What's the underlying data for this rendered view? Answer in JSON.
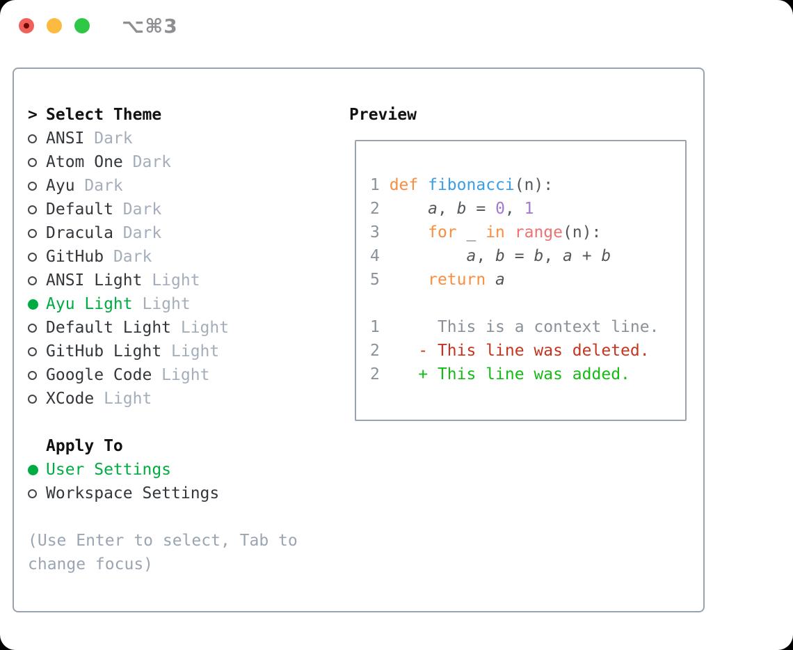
{
  "window": {
    "title": "⌥⌘3"
  },
  "theme_selector": {
    "cursor": ">",
    "header": "Select Theme",
    "themes": [
      {
        "name": "ANSI",
        "variant": "Dark",
        "selected": false
      },
      {
        "name": "Atom One",
        "variant": "Dark",
        "selected": false
      },
      {
        "name": "Ayu",
        "variant": "Dark",
        "selected": false
      },
      {
        "name": "Default",
        "variant": "Dark",
        "selected": false
      },
      {
        "name": "Dracula",
        "variant": "Dark",
        "selected": false
      },
      {
        "name": "GitHub",
        "variant": "Dark",
        "selected": false
      },
      {
        "name": "ANSI Light",
        "variant": "Light",
        "selected": false
      },
      {
        "name": "Ayu Light",
        "variant": "Light",
        "selected": true
      },
      {
        "name": "Default Light",
        "variant": "Light",
        "selected": false
      },
      {
        "name": "GitHub Light",
        "variant": "Light",
        "selected": false
      },
      {
        "name": "Google Code",
        "variant": "Light",
        "selected": false
      },
      {
        "name": "XCode",
        "variant": "Light",
        "selected": false
      }
    ]
  },
  "apply_to": {
    "header": "Apply To",
    "options": [
      {
        "label": "User Settings",
        "selected": true
      },
      {
        "label": "Workspace Settings",
        "selected": false
      }
    ]
  },
  "help_text": "(Use Enter to select, Tab to change focus)",
  "preview": {
    "header": "Preview",
    "code_lines": [
      {
        "num": "1",
        "tokens": [
          [
            "def",
            "keyword"
          ],
          [
            " ",
            "plain"
          ],
          [
            "fibonacci",
            "function"
          ],
          [
            "(n):",
            "plain"
          ]
        ]
      },
      {
        "num": "2",
        "tokens": [
          [
            "    ",
            "plain"
          ],
          [
            "a",
            "var"
          ],
          [
            ", ",
            "plain"
          ],
          [
            "b",
            "var"
          ],
          [
            " = ",
            "plain"
          ],
          [
            "0",
            "number"
          ],
          [
            ", ",
            "plain"
          ],
          [
            "1",
            "number"
          ]
        ]
      },
      {
        "num": "3",
        "tokens": [
          [
            "    ",
            "plain"
          ],
          [
            "for",
            "keyword"
          ],
          [
            " _ ",
            "plain"
          ],
          [
            "in",
            "keyword"
          ],
          [
            " ",
            "plain"
          ],
          [
            "range",
            "builtin"
          ],
          [
            "(n):",
            "plain"
          ]
        ]
      },
      {
        "num": "4",
        "tokens": [
          [
            "        ",
            "plain"
          ],
          [
            "a",
            "var"
          ],
          [
            ", ",
            "plain"
          ],
          [
            "b",
            "var"
          ],
          [
            " = ",
            "plain"
          ],
          [
            "b",
            "var"
          ],
          [
            ", ",
            "plain"
          ],
          [
            "a",
            "var"
          ],
          [
            " + ",
            "plain"
          ],
          [
            "b",
            "var"
          ]
        ]
      },
      {
        "num": "5",
        "tokens": [
          [
            "    ",
            "plain"
          ],
          [
            "return",
            "keyword"
          ],
          [
            " ",
            "plain"
          ],
          [
            "a",
            "var"
          ]
        ]
      }
    ],
    "diff_lines": [
      {
        "num": "1",
        "text": "     This is a context line.",
        "style": "context"
      },
      {
        "num": "2",
        "text": "   - This line was deleted.",
        "style": "deleted"
      },
      {
        "num": "2",
        "text": "   + This line was added.",
        "style": "added"
      }
    ]
  },
  "colors": {
    "selected_green": "#00ac42",
    "diff_added_green": "#15bb15",
    "diff_deleted_red": "#c5341f",
    "keyword_orange": "#fa8d3e",
    "function_blue": "#399ee6",
    "builtin_coral": "#f07171",
    "number_purple": "#a37acc",
    "border_gray": "#9aa3ad",
    "traffic_red": "#f1605a",
    "traffic_yellow": "#fcbb40",
    "traffic_green": "#2fc846"
  }
}
